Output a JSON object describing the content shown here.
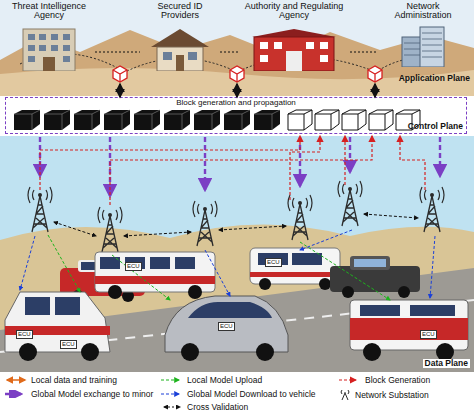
{
  "diagram": {
    "nodes": [
      {
        "text": [
          "Application Plane"
        ]
      },
      {
        "text": [
          "Threat Intelligence Agency"
        ],
        "in": 0
      },
      {
        "text": [
          "Secured ID Providers"
        ],
        "in": 0
      },
      {
        "text": [
          "Authority and Regulating Agency"
        ],
        "in": 0
      },
      {
        "text": [
          "Network Administration"
        ],
        "in": 0
      },
      {
        "text": [
          "Block generation and propagation",
          "Control Plane"
        ]
      },
      {
        "text": [
          "Data Plane"
        ]
      }
    ],
    "edges": [
      {
        "from": 1,
        "to": 2,
        "arrow": "none"
      },
      {
        "from": 2,
        "to": 3,
        "arrow": "none"
      },
      {
        "from": 3,
        "to": 4,
        "arrow": "none"
      },
      {
        "from": 0,
        "to": 5,
        "arrow": "both"
      },
      {
        "from": 0,
        "to": 5,
        "arrow": "both"
      },
      {
        "from": 0,
        "to": 5,
        "arrow": "both"
      }
    ],
    "labels": [
      "ECU",
      "ECU",
      "ECU",
      "ECU",
      "ECU",
      "ECU"
    ],
    "legend": [
      {
        "text": "Local data and training"
      },
      {
        "text": "Local Model Upload"
      },
      {
        "text": "Block Generation"
      },
      {
        "text": "Global Model exchange to minor"
      },
      {
        "text": "Global Model Download to vehicle"
      },
      {
        "text": "Network Substation"
      },
      {
        "text": "Cross Validation"
      }
    ]
  }
}
